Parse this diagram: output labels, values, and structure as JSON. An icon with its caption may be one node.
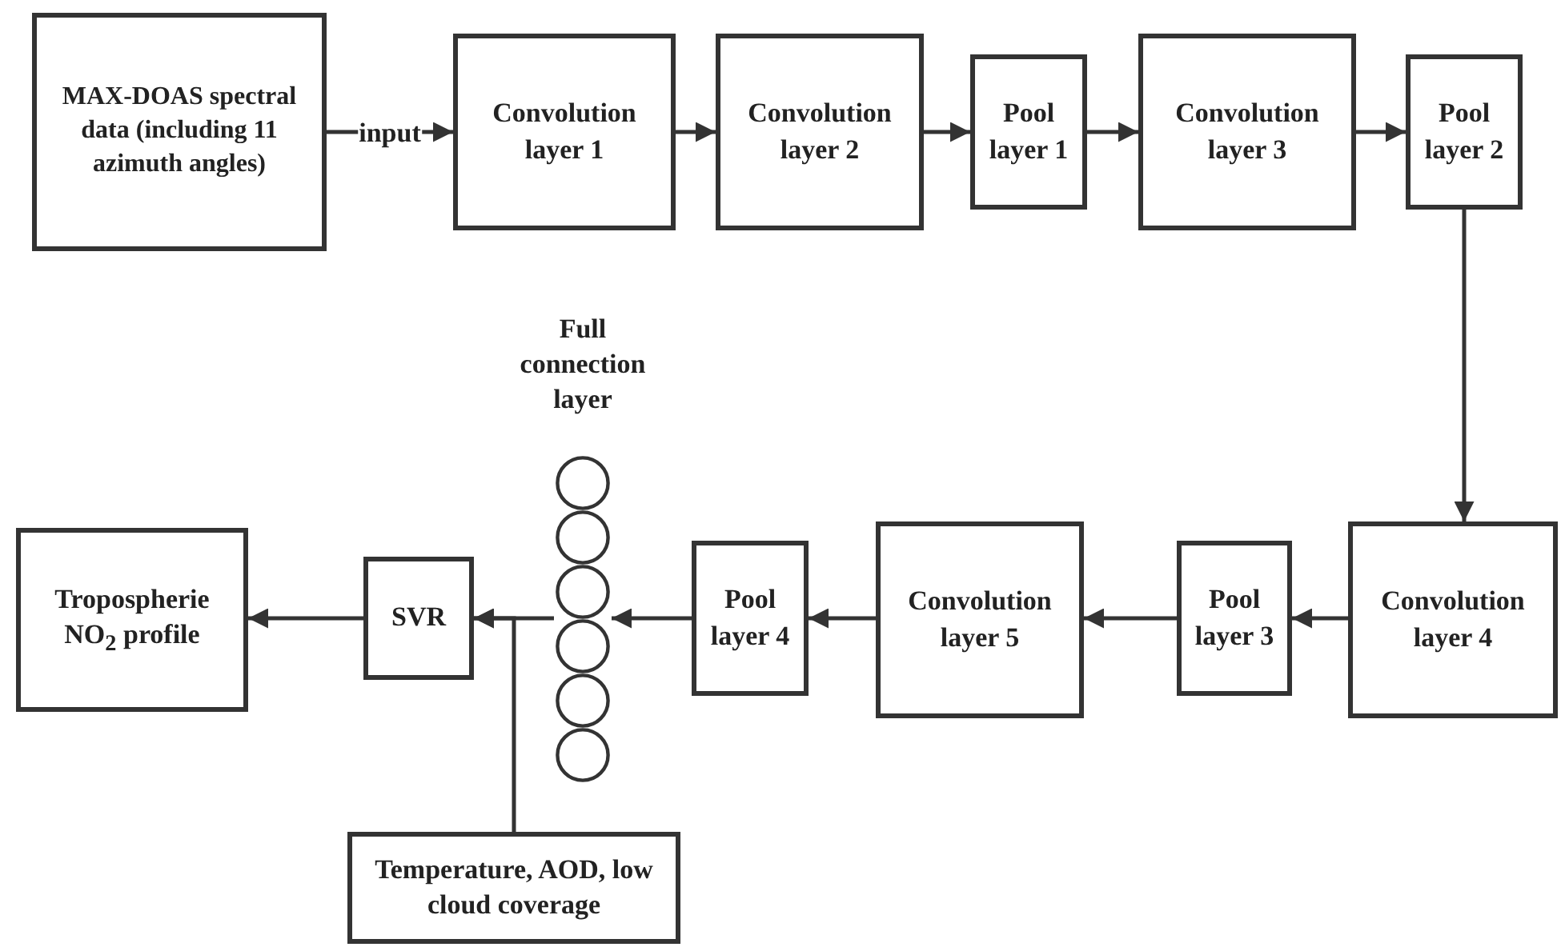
{
  "diagram": {
    "nodes": [
      {
        "text": [
          "MAX-DOAS spectral data (including 11 azimuth angles)"
        ]
      },
      {
        "text": [
          "Convolution layer 1"
        ]
      },
      {
        "text": [
          "Convolution layer 2"
        ]
      },
      {
        "text": [
          "Pool layer 1"
        ]
      },
      {
        "text": [
          "Convolution layer 3"
        ]
      },
      {
        "text": [
          "Pool layer 2"
        ]
      },
      {
        "text": [
          "Full connection layer"
        ]
      },
      {
        "text": [
          "Tropospherie NO$_{2}$ profile"
        ]
      },
      {
        "text": [
          "SVR"
        ]
      },
      {
        "text": [
          "Pool layer 4"
        ]
      },
      {
        "text": [
          "Convolution layer 5"
        ]
      },
      {
        "text": [
          "Pool layer 3"
        ]
      },
      {
        "text": [
          "Convolution layer 4"
        ]
      },
      {
        "text": [
          "Temperature, AOD, low cloud coverage"
        ]
      }
    ],
    "edges": [
      {
        "from": 0,
        "to": 1,
        "arrow": "to",
        "label": "input"
      },
      {
        "from": 1,
        "to": 2,
        "arrow": "to"
      },
      {
        "from": 2,
        "to": 3,
        "arrow": "to"
      },
      {
        "from": 3,
        "to": 4,
        "arrow": "to"
      },
      {
        "from": 4,
        "to": 5,
        "arrow": "to"
      },
      {
        "from": 5,
        "to": 12,
        "arrow": "to"
      },
      {
        "from": 12,
        "to": 11,
        "arrow": "to"
      },
      {
        "from": 11,
        "to": 10,
        "arrow": "to"
      },
      {
        "from": 10,
        "to": 9,
        "arrow": "to"
      },
      {
        "from": 9,
        "to": 6,
        "arrow": "to"
      },
      {
        "from": 6,
        "to": 8,
        "arrow": "to"
      },
      {
        "from": 13,
        "to": 8,
        "arrow": "to"
      },
      {
        "from": 8,
        "to": 7,
        "arrow": "to"
      }
    ]
  }
}
